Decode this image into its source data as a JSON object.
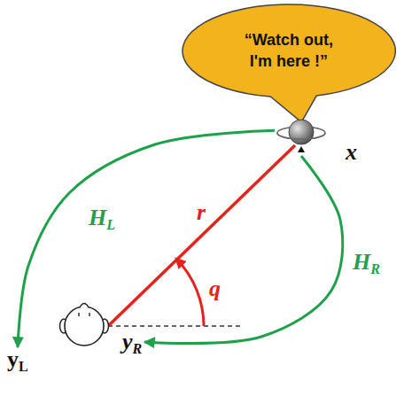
{
  "diagram": {
    "nodes": [
      {
        "text": [
          "“Watch out, I'm here !”"
        ]
      },
      {
        "text": [
          "x"
        ]
      },
      {
        "text": [
          "yL"
        ]
      },
      {
        "text": [
          "yR"
        ]
      }
    ],
    "edges": [
      {
        "from": 1,
        "to": 2,
        "arrow": "to",
        "label": "HL"
      },
      {
        "from": 1,
        "to": 3,
        "arrow": "to",
        "label": "HR"
      }
    ],
    "labels": [
      "r",
      "q"
    ]
  }
}
